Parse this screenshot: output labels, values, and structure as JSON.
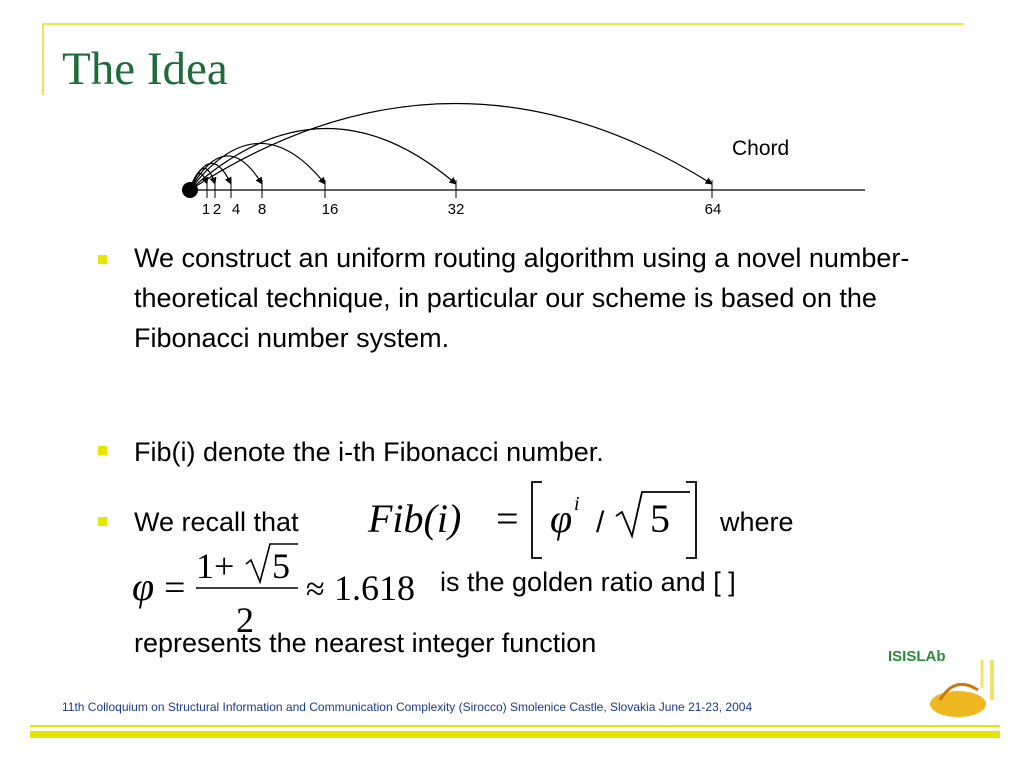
{
  "slide": {
    "title": "The Idea",
    "chord_label": "Chord",
    "ticks": [
      "1",
      "2",
      "4",
      "8",
      "16",
      "32",
      "64"
    ],
    "bullets": [
      "We construct an uniform routing algorithm using a novel number-theoretical technique, in particular our scheme is based on the Fibonacci number system.",
      "Fib(i) denote the i-th Fibonacci number.",
      "We recall that"
    ],
    "formula_fib": "Fib(i) = [ φ^i / √5 ]",
    "where_text": "where",
    "golden_formula": "φ = (1 + √5) / 2 ≈ 1.618",
    "golden_text": "is the golden ratio and [ ]",
    "nearest_text": "represents the nearest integer function",
    "footer": "11th Colloquium on Structural Information and Communication Complexity (Sirocco) Smolenice Castle, Slovakia June 21-23, 2004",
    "logo_text": "ISISLAb"
  },
  "colors": {
    "title": "#1f6b3c",
    "accent": "#e6e600",
    "footer_text": "#1a3a8a"
  }
}
